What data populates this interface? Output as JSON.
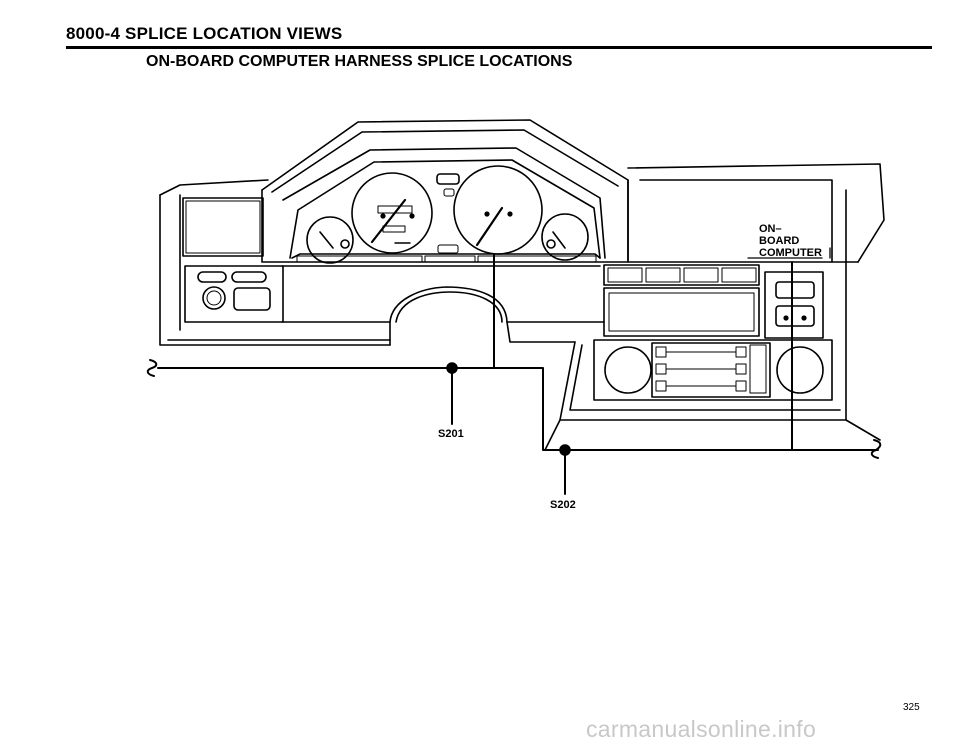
{
  "header": {
    "title": "8000-4   SPLICE LOCATION VIEWS"
  },
  "subtitle": "ON-BOARD COMPUTER HARNESS SPLICE LOCATIONS",
  "diagram": {
    "component_label": [
      "ON–",
      "BOARD",
      "COMPUTER"
    ],
    "splices": [
      {
        "label": "S201"
      },
      {
        "label": "S202"
      }
    ]
  },
  "page_number": "325",
  "watermark": "carmanualsonline.info"
}
